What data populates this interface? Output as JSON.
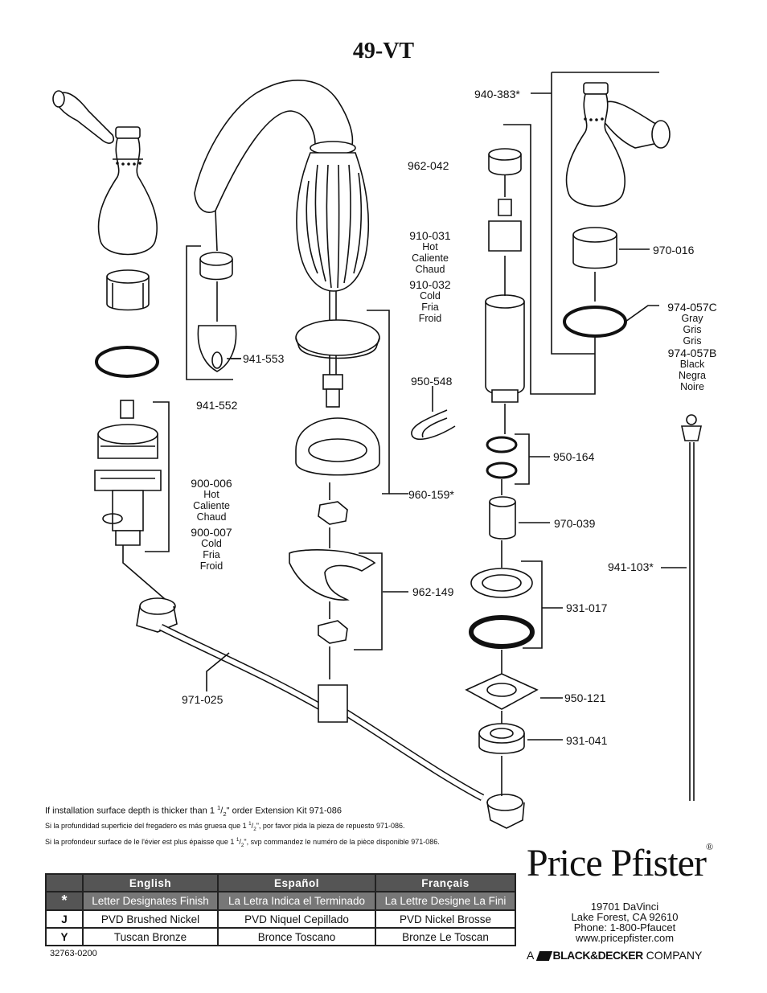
{
  "model": "49-VT",
  "parts": {
    "p940_383": "940-383*",
    "p962_042": "962-042",
    "p910_031": "910-031",
    "p910_031_desc": [
      "Hot",
      "Caliente",
      "Chaud"
    ],
    "p910_032": "910-032",
    "p910_032_desc": [
      "Cold",
      "Fria",
      "Froid"
    ],
    "p970_016": "970-016",
    "p974_057c": "974-057C",
    "p974_057c_desc": [
      "Gray",
      "Gris",
      "Gris"
    ],
    "p974_057b": "974-057B",
    "p974_057b_desc": [
      "Black",
      "Negra",
      "Noire"
    ],
    "p941_553": "941-553",
    "p941_552": "941-552",
    "p950_548": "950-548",
    "p900_006": "900-006",
    "p900_006_desc": [
      "Hot",
      "Caliente",
      "Chaud"
    ],
    "p900_007": "900-007",
    "p900_007_desc": [
      "Cold",
      "Fria",
      "Froid"
    ],
    "p950_164": "950-164",
    "p960_159": "960-159*",
    "p970_039": "970-039",
    "p941_103": "941-103*",
    "p962_149": "962-149",
    "p931_017": "931-017",
    "p950_121": "950-121",
    "p971_025": "971-025",
    "p931_041": "931-041"
  },
  "notes": {
    "en_pre": "If installation surface depth is thicker than 1 ",
    "en_post": "\" order Extension Kit 971-086",
    "es_pre": "Si la profundidad superficie del fregadero es más gruesa que 1 ",
    "es_post": "\", por favor pida la pieza de repuesto 971-086.",
    "fr_pre": "Si la profondeur surface de le l'évier est plus épaisse que 1 ",
    "fr_post": "\", svp commandez le numéro de la pièce disponible 971-086.",
    "frac_num": "1",
    "frac_den": "2"
  },
  "finish_table": {
    "headers": [
      "English",
      "Español",
      "Français"
    ],
    "designate_symbol": "*",
    "designate": [
      "Letter Designates Finish",
      "La Letra Indica el Terminado",
      "La Lettre Designe La Fini"
    ],
    "rows": [
      {
        "code": "J",
        "values": [
          "PVD Brushed Nickel",
          "PVD Niquel Cepillado",
          "PVD Nickel Brosse"
        ]
      },
      {
        "code": "Y",
        "values": [
          "Tuscan Bronze",
          "Bronce Toscano",
          "Bronze Le Toscan"
        ]
      }
    ]
  },
  "doc_number": "32763-0200",
  "brand": {
    "name": "Price Pfister",
    "reg": "®",
    "address": [
      "19701 DaVinci",
      "Lake Forest, CA 92610",
      "Phone: 1-800-Pfaucet",
      "www.pricepfister.com"
    ],
    "company_prefix": "A",
    "parent": "BLACK&DECKER",
    "company_suffix": "COMPANY"
  },
  "icons": [
    "hot-handle-icon",
    "cold-handle-icon",
    "spout-icon",
    "cartridge-icon",
    "o-ring-icon",
    "lift-rod-icon",
    "hose-icon"
  ],
  "colors": {
    "line": "#111111",
    "fill": "#ffffff",
    "header_bg": "#555555",
    "designate_bg": "#777777"
  }
}
